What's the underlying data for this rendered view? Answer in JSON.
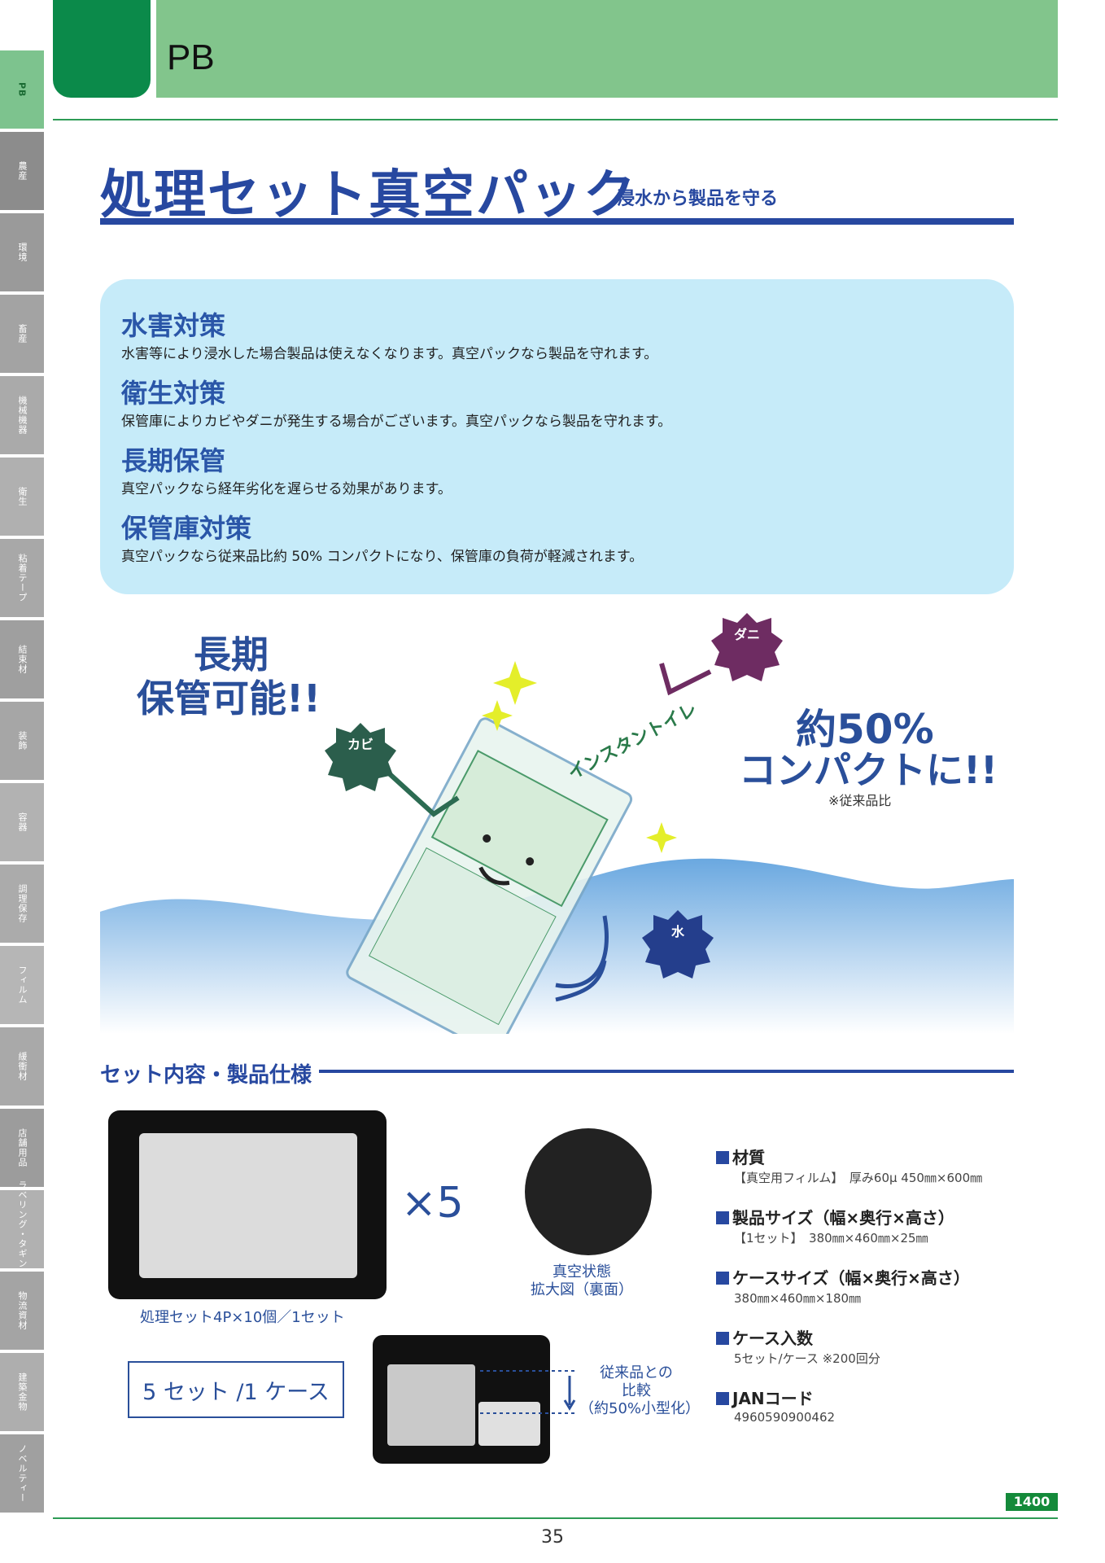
{
  "header": {
    "section": "PB"
  },
  "side_tabs": [
    "PB",
    "農産",
    "環境",
    "畜産",
    "機械機器",
    "衛生",
    "粘着テープ",
    "結束材",
    "装飾",
    "容器",
    "調理保存",
    "フィルム",
    "緩衝材",
    "店舗用品",
    "ラベリング・タギング",
    "物流資材",
    "建築金物",
    "ノベルティー"
  ],
  "title": {
    "main": "処理セット真空パック",
    "sub": "浸水から製品を守る"
  },
  "features": [
    {
      "heading": "水害対策",
      "desc": "水害等により浸水した場合製品は使えなくなります。真空パックなら製品を守れます。"
    },
    {
      "heading": "衛生対策",
      "desc": "保管庫によりカビやダニが発生する場合がございます。真空パックなら製品を守れます。"
    },
    {
      "heading": "長期保管",
      "desc": "真空パックなら経年劣化を遅らせる効果があります。"
    },
    {
      "heading": "保管庫対策",
      "desc": "真空パックなら従来品比約 50% コンパクトになり、保管庫の負荷が軽減されます。"
    }
  ],
  "illustration": {
    "long_storage_1": "長期",
    "long_storage_2": "保管可能!!",
    "compact_1": "約50%",
    "compact_2": "コンパクトに!!",
    "compact_note": "※従来品比",
    "badge_mold": "カビ",
    "badge_mite": "ダニ",
    "badge_water": "水",
    "product_name": "インスタントイレ"
  },
  "set_section": {
    "heading": "セット内容・製品仕様",
    "photo1_caption": "処理セット4P×10個／1セット",
    "times": "×5",
    "circle_caption_1": "真空状態",
    "circle_caption_2": "拡大図（裏面）",
    "case_label": "5 セット /1 ケース",
    "compare_1": "従来品との",
    "compare_2": "比較",
    "compare_3": "（約50%小型化）"
  },
  "specs": [
    {
      "label": "材質",
      "value": "【真空用フィルム】　厚み60μ 450㎜×600㎜"
    },
    {
      "label": "製品サイズ（幅×奥行×高さ）",
      "value": "【1セット】　380㎜×460㎜×25㎜"
    },
    {
      "label": "ケースサイズ（幅×奥行×高さ）",
      "value": "380㎜×460㎜×180㎜"
    },
    {
      "label": "ケース入数",
      "value": "5セット/ケース ※200回分"
    },
    {
      "label": "JANコード",
      "value": "4960590900462"
    }
  ],
  "footer": {
    "page_code": "1400",
    "page_number": "35"
  },
  "colors": {
    "accent_blue": "#2748a0",
    "green_dark": "#0b8a4a",
    "green_light": "#82c58c",
    "feature_bg": "#c6ebf9"
  }
}
